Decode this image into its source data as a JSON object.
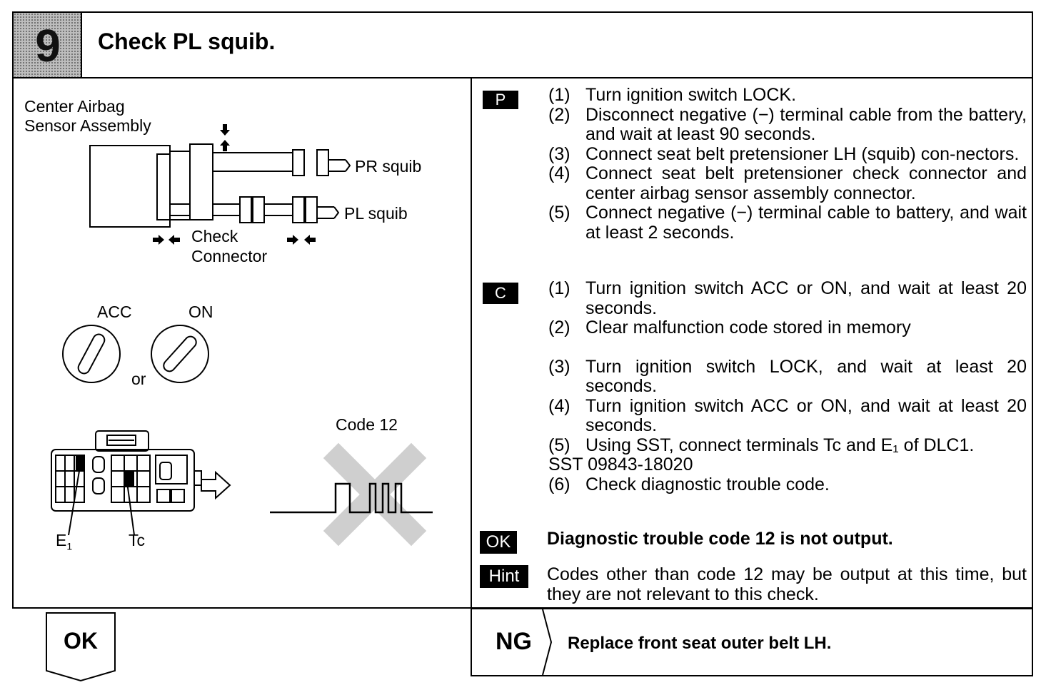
{
  "header": {
    "step_number": "9",
    "title": "Check PL squib."
  },
  "diagram": {
    "sensor_label_line1": "Center Airbag",
    "sensor_label_line2": "Sensor Assembly",
    "pr_squib": "PR squib",
    "pl_squib": "PL squib",
    "check_connector_line1": "Check",
    "check_connector_line2": "Connector",
    "acc": "ACC",
    "on": "ON",
    "or": "or",
    "code_label": "Code 12",
    "e1": "E",
    "e1_sub": "1",
    "tc": "Tc"
  },
  "procedure_p": {
    "tag": "P",
    "steps": [
      {
        "num": "(1)",
        "text": "Turn ignition switch LOCK."
      },
      {
        "num": "(2)",
        "text": "Disconnect negative (−) terminal cable from the battery, and wait at least 90 seconds."
      },
      {
        "num": "(3)",
        "text": "Connect seat belt pretensioner LH (squib) con-nectors."
      },
      {
        "num": "(4)",
        "text": "Connect seat belt pretensioner check connector and center airbag sensor assembly connector."
      },
      {
        "num": "(5)",
        "text": "Connect negative (−) terminal cable to battery, and wait at least 2 seconds."
      }
    ]
  },
  "procedure_c": {
    "tag": "C",
    "steps": [
      {
        "num": "(1)",
        "text": "Turn ignition switch ACC or ON, and wait at least 20 seconds."
      },
      {
        "num": "(2)",
        "text": "Clear malfunction code stored in memory"
      },
      {
        "num": "(3)",
        "text": "Turn ignition switch LOCK, and wait at least 20 seconds."
      },
      {
        "num": "(4)",
        "text": "Turn ignition switch ACC or ON, and wait at least 20 seconds."
      },
      {
        "num": "(5)",
        "text": "Using SST, connect terminals Tc and E₁ of DLC1."
      }
    ],
    "sst": "SST 09843-18020",
    "step6": {
      "num": "(6)",
      "text": "Check diagnostic trouble code."
    }
  },
  "result_ok": {
    "tag": "OK",
    "text": "Diagnostic trouble code 12 is not output."
  },
  "hint": {
    "tag": "Hint",
    "text": "Codes other than code 12 may be output at this time, but they are not relevant to this check."
  },
  "ok_flow": {
    "label": "OK"
  },
  "ng_flow": {
    "label": "NG",
    "action": "Replace front seat outer belt LH."
  }
}
